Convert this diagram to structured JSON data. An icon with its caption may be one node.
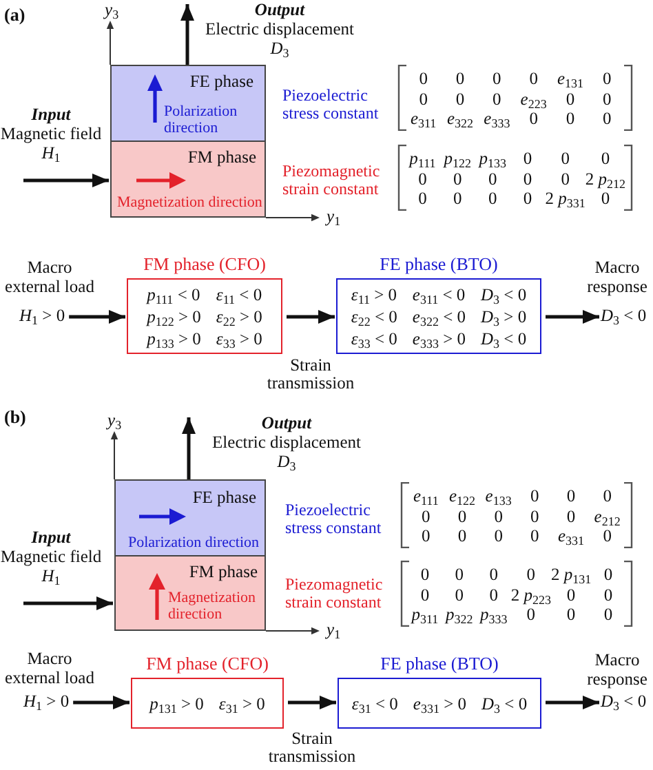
{
  "diagram": {
    "nodes": [
      {
        "text": [
          "Output",
          "Electric displacement *D*$_{3}$"
        ]
      },
      {
        "text": [
          "Input",
          "Magnetic field *H*$_{1}$"
        ]
      },
      {
        "text": [
          "FE phase",
          "Polarization direction"
        ]
      },
      {
        "text": [
          "FM phase",
          "Magnetization direction"
        ]
      },
      {
        "text": [
          "0",
          "0",
          "0",
          "0",
          "*e*$_{131}$",
          "0",
          "0",
          "0",
          "0",
          "*e*$_{223}$",
          "0",
          "0",
          "*e*$_{311}$",
          "*e*$_{322}$",
          "*e*$_{333}$",
          "0",
          "0",
          "0"
        ],
        "beside": [
          "Piezoelectric stress constant"
        ]
      },
      {
        "text": [
          "*p*$_{111}$",
          "*p*$_{122}$",
          "*p*$_{133}$",
          "0",
          "0",
          "0",
          "0",
          "0",
          "0",
          "0",
          "0",
          "2 *p*$_{212}$",
          "0",
          "0",
          "0",
          "0",
          "2 *p*$_{331}$",
          "0"
        ],
        "beside": [
          "Piezomagnetic strain constant"
        ]
      },
      {
        "text": [
          "*H*$_{1}$ > 0"
        ],
        "beside": [
          "Macro external load"
        ]
      },
      {
        "text": [
          "FM phase (CFO)",
          "*p*$_{111}$ < 0",
          "*ε*$_{11}$ < 0",
          "*p*$_{122}$ > 0",
          "*ε*$_{22}$ > 0",
          "*p*$_{133}$ > 0",
          "*ε*$_{33}$ > 0"
        ]
      },
      {
        "text": [
          "FE phase (BTO)",
          "*ε*$_{11}$ > 0",
          "*e*$_{311}$ < 0",
          "*D*$_{3}$ < 0",
          "*ε*$_{22}$ < 0",
          "*e*$_{322}$ < 0",
          "*D*$_{3}$ > 0",
          "*ε*$_{33}$ < 0",
          "*e*$_{333}$ > 0",
          "*D*$_{3}$ < 0"
        ]
      },
      {
        "text": [
          "*D*$_{3}$ < 0"
        ],
        "beside": [
          "Macro response"
        ]
      },
      {
        "text": [
          "Output",
          "Electric displacement *D*$_{3}$"
        ]
      },
      {
        "text": [
          "Input",
          "Magnetic field *H*$_{1}$"
        ]
      },
      {
        "text": [
          "FE phase",
          "Polarization direction"
        ]
      },
      {
        "text": [
          "FM phase",
          "Magnetization direction"
        ]
      },
      {
        "text": [
          "*e*$_{111}$",
          "*e*$_{122}$",
          "*e*$_{133}$",
          "0",
          "0",
          "0",
          "0",
          "0",
          "0",
          "0",
          "0",
          "*e*$_{212}$",
          "0",
          "0",
          "0",
          "0",
          "*e*$_{331}$",
          "0"
        ],
        "beside": [
          "Piezoelectric stress constant"
        ]
      },
      {
        "text": [
          "0",
          "0",
          "0",
          "0",
          "2 *p*$_{131}$",
          "0",
          "0",
          "0",
          "0",
          "2 *p*$_{223}$",
          "0",
          "0",
          "*p*$_{311}$",
          "*p*$_{322}$",
          "*p*$_{333}$",
          "0",
          "0",
          "0"
        ],
        "beside": [
          "Piezomagnetic strain constant"
        ]
      },
      {
        "text": [
          "*H*$_{1}$ > 0"
        ],
        "beside": [
          "Macro external load"
        ]
      },
      {
        "text": [
          "FM phase (CFO)",
          "*p*$_{131}$ > 0",
          "*ε*$_{31}$ > 0"
        ]
      },
      {
        "text": [
          "FE phase (BTO)",
          "*ε*$_{31}$ < 0",
          "*e*$_{331}$ > 0",
          "*D*$_{3}$ < 0"
        ]
      },
      {
        "text": [
          "*D*$_{3}$ < 0"
        ],
        "beside": [
          "Macro response"
        ]
      }
    ],
    "edges": [
      {
        "from": 1,
        "to": 3,
        "arrow": "to"
      },
      {
        "from": 2,
        "to": 0,
        "arrow": "to"
      },
      {
        "from": 6,
        "to": 7,
        "arrow": "to"
      },
      {
        "from": 7,
        "to": 8,
        "arrow": "to",
        "label": "Strain transmission"
      },
      {
        "from": 8,
        "to": 9,
        "arrow": "to"
      },
      {
        "from": 11,
        "to": 13,
        "arrow": "to"
      },
      {
        "from": 12,
        "to": 10,
        "arrow": "to"
      },
      {
        "from": 16,
        "to": 17,
        "arrow": "to"
      },
      {
        "from": 17,
        "to": 18,
        "arrow": "to",
        "label": "Strain transmission"
      },
      {
        "from": 18,
        "to": 19,
        "arrow": "to"
      }
    ],
    "labels": [
      "(a)",
      "*y*$_{3}$",
      "*y*$_{1}$",
      "(b)",
      "*y*$_{3}$",
      "*y*$_{1}$"
    ]
  }
}
